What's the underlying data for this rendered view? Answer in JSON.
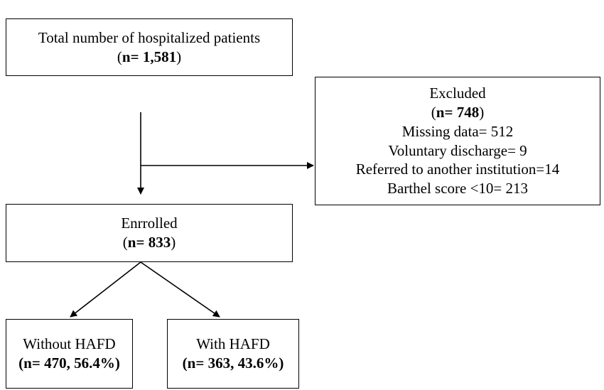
{
  "total": {
    "label": "Total number of hospitalized patients",
    "count": "n= 1,581"
  },
  "excluded": {
    "label": "Excluded",
    "count": "n= 748",
    "reasons": [
      "Missing data= 512",
      "Voluntary discharge= 9",
      "Referred to another institution=14",
      "Barthel score <10= 213"
    ]
  },
  "enrolled": {
    "label": "Enrrolled",
    "count": "n= 833"
  },
  "groups": [
    {
      "label": "Without HAFD",
      "count": "n= 470, 56.4%"
    },
    {
      "label": "With HAFD",
      "count": "n= 363, 43.6%"
    }
  ]
}
